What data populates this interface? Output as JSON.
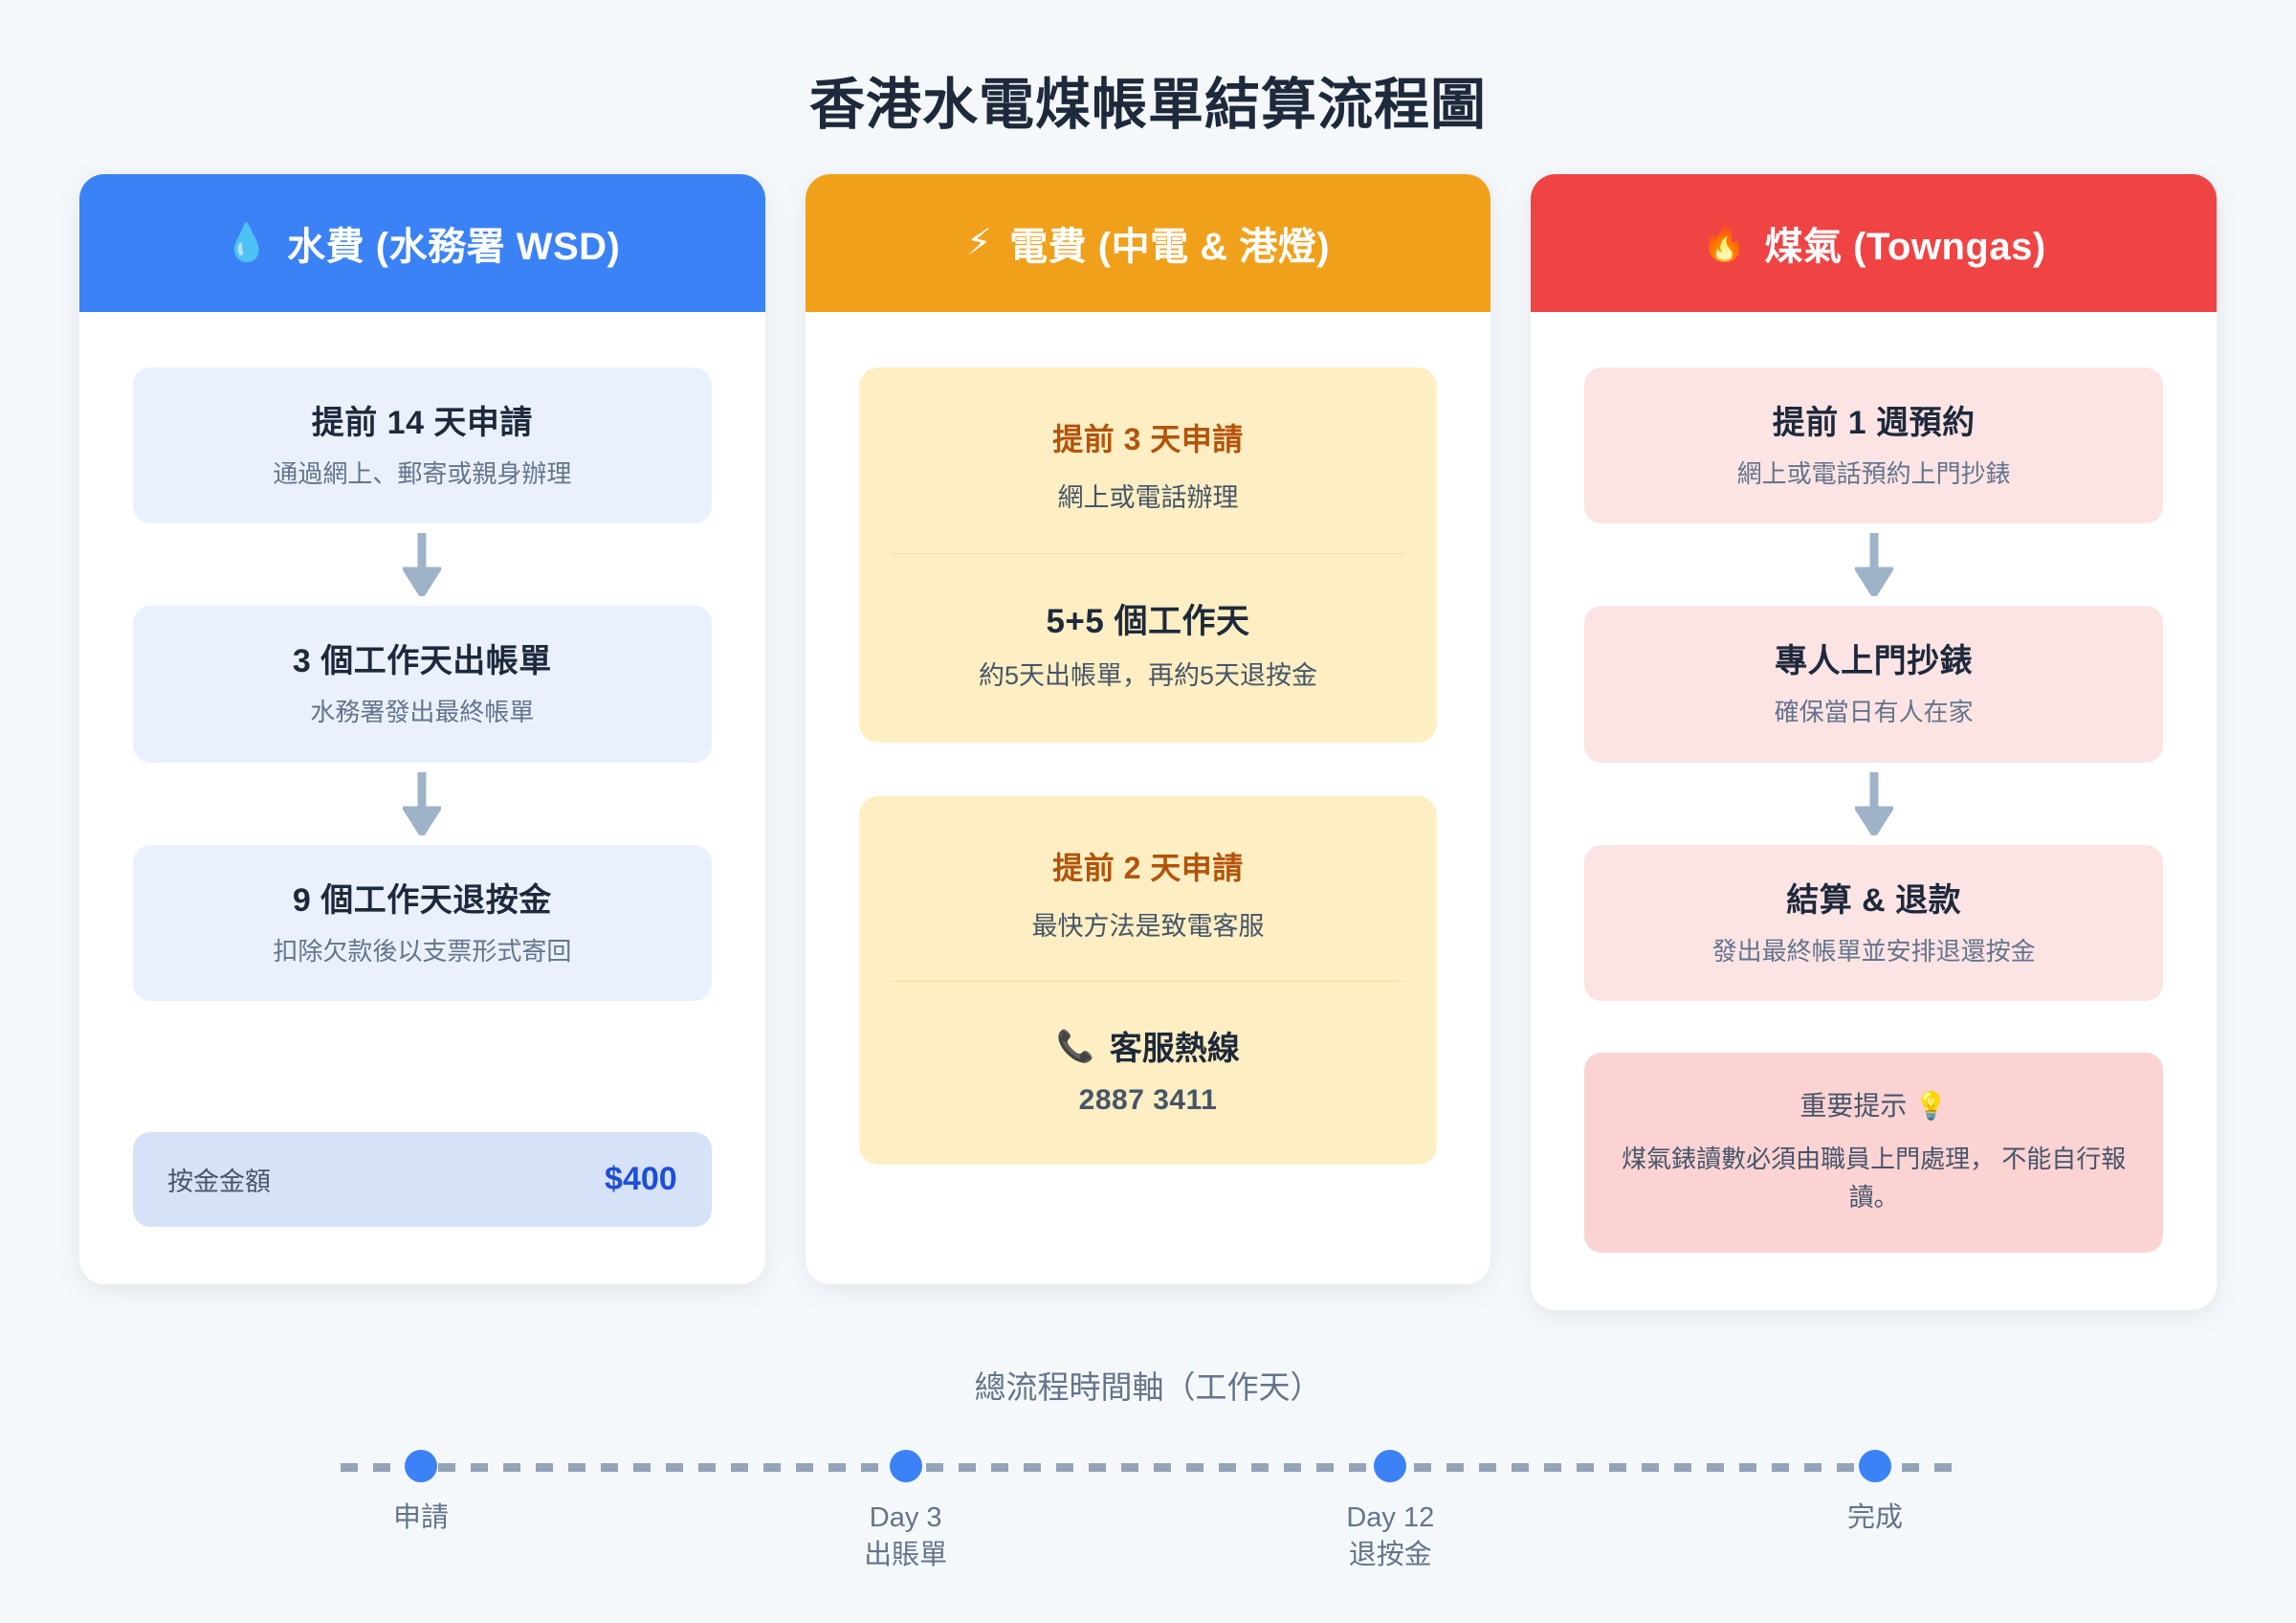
{
  "page": {
    "title": "香港水電煤帳單結算流程圖"
  },
  "colors": {
    "background": "#f5f8fb",
    "water_header": "#3b82f6",
    "electric_header": "#f0a01a",
    "gas_header": "#f04444",
    "water_step_bg": "#eaf1fd",
    "gas_step_bg": "#fce4e4",
    "electric_panel_bg": "#fdefc3",
    "deposit_bg": "#d6e2f8",
    "deposit_value": "#1d4ed8",
    "note_bg": "#fbd3d3",
    "accent_amber_text": "#b35309",
    "timeline_dot": "#3b82f6",
    "timeline_line": "#94a3b8"
  },
  "columns": {
    "water": {
      "icon": "water-drop-icon",
      "icon_glyph": "💧",
      "header": "水費 (水務署 WSD)",
      "steps": [
        {
          "title": "提前 14 天申請",
          "desc": "通過網上、郵寄或親身辦理"
        },
        {
          "title": "3 個工作天出帳單",
          "desc": "水務署發出最終帳單"
        },
        {
          "title": "9 個工作天退按金",
          "desc": "扣除欠款後以支票形式寄回"
        }
      ],
      "deposit": {
        "label": "按金金額",
        "value": "$400"
      }
    },
    "electric": {
      "icon": "lightning-bolt-icon",
      "icon_glyph": "⚡",
      "header": "電費 (中電 & 港燈)",
      "panel_one": {
        "highlight": "提前 3 天申請",
        "highlight_sub": "網上或電話辦理",
        "title": "5+5 個工作天",
        "desc": "約5天出帳單，再約5天退按金"
      },
      "panel_two": {
        "highlight": "提前 2 天申請",
        "highlight_sub": "最快方法是致電客服",
        "hotline_icon": "telephone-receiver-icon",
        "hotline_icon_glyph": "📞",
        "hotline_label": "客服熱線",
        "hotline_number": "2887 3411"
      }
    },
    "gas": {
      "icon": "fire-icon",
      "icon_glyph": "🔥",
      "header": "煤氣 (Towngas)",
      "steps": [
        {
          "title": "提前 1 週預約",
          "desc": "網上或電話預約上門抄錶"
        },
        {
          "title": "專人上門抄錶",
          "desc": "確保當日有人在家"
        },
        {
          "title": "結算 & 退款",
          "desc": "發出最終帳單並安排退還按金"
        }
      ],
      "note": {
        "title": "重要提示 💡",
        "title_icon": "light-bulb-icon",
        "body": "煤氣錶讀數必須由職員上門處理，\n不能自行報讀。"
      }
    }
  },
  "timeline": {
    "title": "總流程時間軸（工作天）",
    "points": [
      {
        "label": "申請"
      },
      {
        "label": "Day 3\n出賬單"
      },
      {
        "label": "Day 12\n退按金"
      },
      {
        "label": "完成"
      }
    ]
  }
}
